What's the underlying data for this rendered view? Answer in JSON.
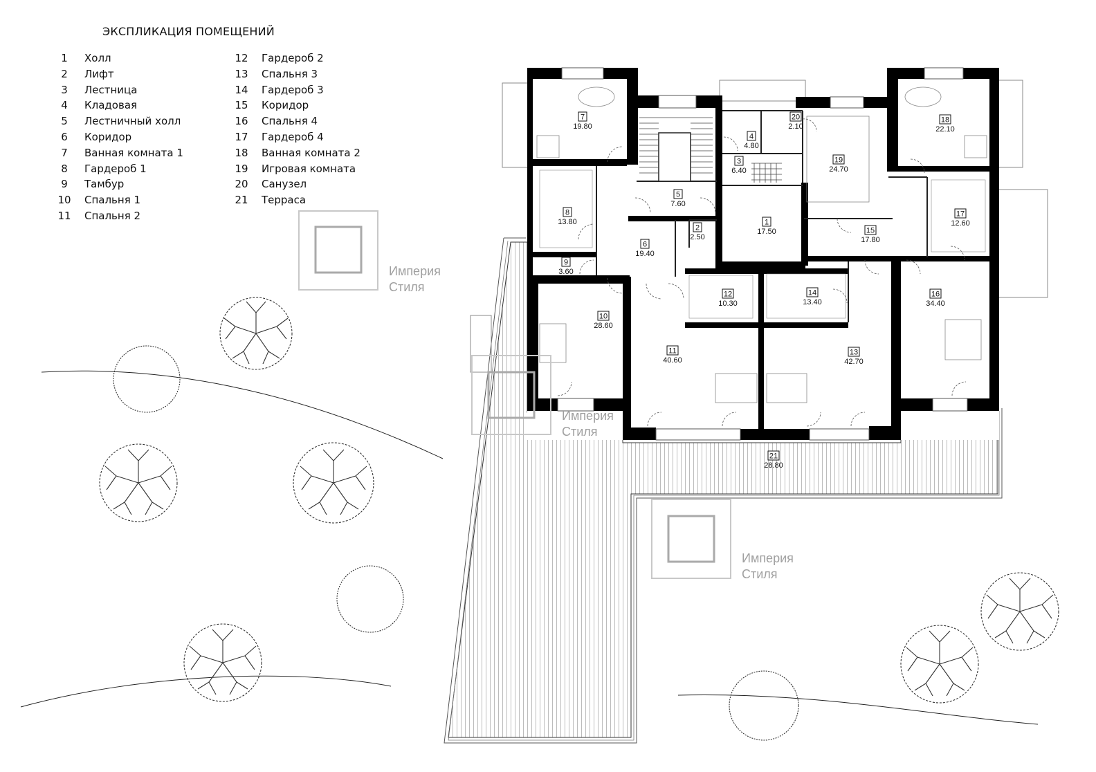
{
  "legend": {
    "title": "ЭКСПЛИКАЦИЯ ПОМЕЩЕНИЙ",
    "items": [
      {
        "num": "1",
        "name": "Холл"
      },
      {
        "num": "2",
        "name": "Лифт"
      },
      {
        "num": "3",
        "name": "Лестница"
      },
      {
        "num": "4",
        "name": "Кладовая"
      },
      {
        "num": "5",
        "name": "Лестничный холл"
      },
      {
        "num": "6",
        "name": "Коридор"
      },
      {
        "num": "7",
        "name": "Ванная комната 1"
      },
      {
        "num": "8",
        "name": "Гардероб 1"
      },
      {
        "num": "9",
        "name": "Тамбур"
      },
      {
        "num": "10",
        "name": "Спальня 1"
      },
      {
        "num": "11",
        "name": "Спальня 2"
      },
      {
        "num": "12",
        "name": "Гардероб 2"
      },
      {
        "num": "13",
        "name": "Спальня 3"
      },
      {
        "num": "14",
        "name": "Гардероб 3"
      },
      {
        "num": "15",
        "name": "Коридор"
      },
      {
        "num": "16",
        "name": "Спальня 4"
      },
      {
        "num": "17",
        "name": "Гардероб 4"
      },
      {
        "num": "18",
        "name": "Ванная комната 2"
      },
      {
        "num": "19",
        "name": "Игровая комната"
      },
      {
        "num": "20",
        "name": "Санузел"
      },
      {
        "num": "21",
        "name": "Терраса"
      }
    ]
  },
  "rooms": [
    {
      "num": "1",
      "area": "17.50"
    },
    {
      "num": "2",
      "area": "2.50"
    },
    {
      "num": "3",
      "area": "6.40"
    },
    {
      "num": "4",
      "area": "4.80"
    },
    {
      "num": "5",
      "area": "7.60"
    },
    {
      "num": "6",
      "area": "19.40"
    },
    {
      "num": "7",
      "area": "19.80"
    },
    {
      "num": "8",
      "area": "13.80"
    },
    {
      "num": "9",
      "area": "3.60"
    },
    {
      "num": "10",
      "area": "28.60"
    },
    {
      "num": "11",
      "area": "40.60"
    },
    {
      "num": "12",
      "area": "10.30"
    },
    {
      "num": "13",
      "area": "42.70"
    },
    {
      "num": "14",
      "area": "13.40"
    },
    {
      "num": "15",
      "area": "17.80"
    },
    {
      "num": "16",
      "area": "34.40"
    },
    {
      "num": "17",
      "area": "12.60"
    },
    {
      "num": "18",
      "area": "22.10"
    },
    {
      "num": "19",
      "area": "24.70"
    },
    {
      "num": "20",
      "area": "2.10"
    },
    {
      "num": "21",
      "area": "28.80"
    }
  ],
  "watermark": {
    "line1": "Империя",
    "line2": "Стиля"
  }
}
